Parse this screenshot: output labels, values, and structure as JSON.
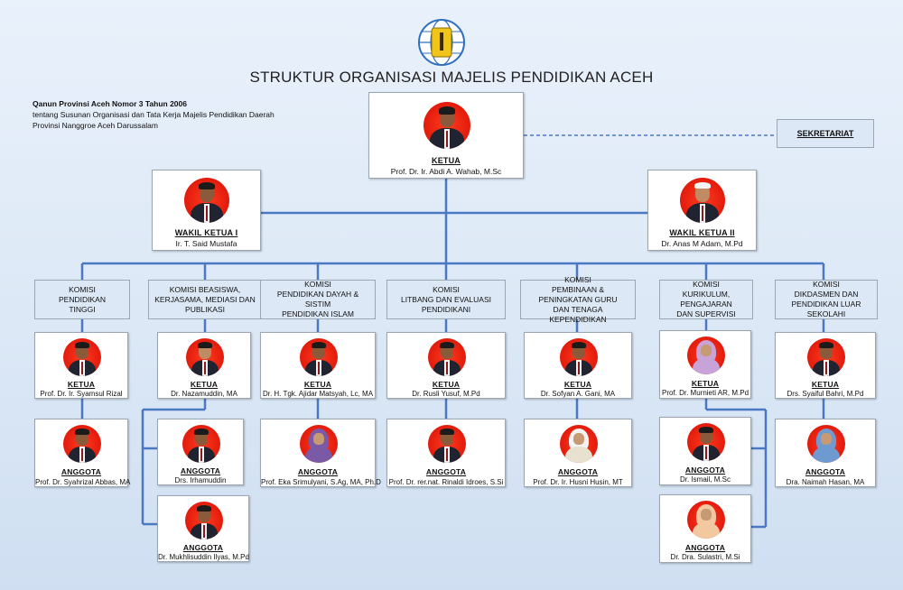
{
  "title": "STRUKTUR ORGANISASI MAJELIS PENDIDIKAN ACEH",
  "reference": {
    "line1": "Qanun Provinsi Aceh Nomor 3 Tahun  2006",
    "line2": "tentang Susunan Organisasi dan Tata Kerja Majelis Pendidikan Daerah",
    "line3": "Provinsi Nanggroe Aceh Darussalam"
  },
  "sekretariat": "SEKRETARIAT",
  "ketua": {
    "role": "KETUA",
    "name": "Prof. Dr. Ir. Abdi A. Wahab, M.Sc"
  },
  "wakil1": {
    "role": "WAKIL KETUA I",
    "name": "Ir. T. Said Mustafa"
  },
  "wakil2": {
    "role": "WAKIL KETUA II",
    "name": "Dr. Anas M Adam, M.Pd"
  },
  "commissions": [
    {
      "lines": [
        "KOMISI",
        "PENDIDIKAN",
        "TINGGI"
      ]
    },
    {
      "lines": [
        "KOMISI BEASISWA,",
        "KERJASAMA, MEDIASI DAN",
        "PUBLIKASI"
      ]
    },
    {
      "lines": [
        "KOMISI",
        "PENDIDIKAN DAYAH & SISTIM",
        "PENDIDIKAN ISLAM"
      ]
    },
    {
      "lines": [
        "KOMISI",
        "LITBANG DAN EVALUASI",
        "PENDIDIKANI"
      ]
    },
    {
      "lines": [
        "KOMISI",
        "PEMBINAAN & PENINGKATAN GURU",
        "DAN TENAGA KEPENDIDIKAN"
      ]
    },
    {
      "lines": [
        "KOMISI",
        "KURIKULUM, PENGAJARAN",
        "DAN SUPERVISI"
      ]
    },
    {
      "lines": [
        "KOMISI",
        "DIKDASMEN DAN",
        "PENDIDIKAN LUAR SEKOLAHI"
      ]
    }
  ],
  "people": [
    {
      "role": "KETUA",
      "name": "Prof. Dr. Ir. Syamsul  Rizal"
    },
    {
      "role": "ANGGOTA",
      "name": "Prof. Dr. Syahrizal  Abbas, MA"
    },
    {
      "role": "KETUA",
      "name": "Dr. Nazamuddin,   MA"
    },
    {
      "role": "ANGGOTA",
      "name": "Drs. Irhamuddin"
    },
    {
      "role": "ANGGOTA",
      "name": "Dr. Mukhlisuddin  Ilyas, M.Pd"
    },
    {
      "role": "KETUA",
      "name": "Dr. H. Tgk. Ajidar Matsyah, Lc, MA"
    },
    {
      "role": "ANGGOTA",
      "name": "Prof. Eka Srimulyani,  S.Ag, MA, Ph.D"
    },
    {
      "role": "KETUA",
      "name": "Dr. Rusli Yusuf, M.Pd"
    },
    {
      "role": "ANGGOTA",
      "name": "Prof. Dr. rer.nat.  Rinaldi Idroes,  S.Si"
    },
    {
      "role": "KETUA",
      "name": "Dr. Sofyan  A. Gani, MA"
    },
    {
      "role": "ANGGOTA",
      "name": "Prof. Dr. Ir. Husni  Husin,  MT"
    },
    {
      "role": "KETUA",
      "name": "Prof. Dr. Murnieti  AR, M.Pd"
    },
    {
      "role": "ANGGOTA",
      "name": "Dr. Ismail,  M.Sc"
    },
    {
      "role": "ANGGOTA",
      "name": "Dr. Dra. Sulastri,  M.Si"
    },
    {
      "role": "KETUA",
      "name": "Drs. Syaiful  Bahri, M.Pd"
    },
    {
      "role": "ANGGOTA",
      "name": "Dra. Naimah  Hasan,  MA"
    }
  ],
  "colors": {
    "connector": "#4a78c2",
    "photo_bg": "#e21b0c",
    "commission_fill": "#dde8f6"
  }
}
